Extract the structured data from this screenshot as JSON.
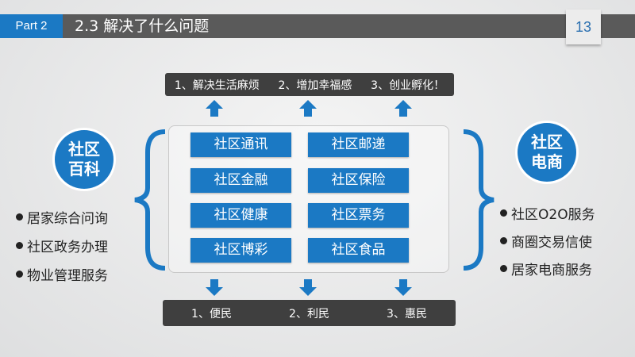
{
  "header": {
    "part": "Part 2",
    "title": "2.3 解决了什么问题",
    "page_number": "13"
  },
  "top_box": [
    "1、解决生活麻烦",
    "2、增加幸福感",
    "3、创业孵化！"
  ],
  "tiles": [
    [
      "社区通讯",
      "社区邮递"
    ],
    [
      "社区金融",
      "社区保险"
    ],
    [
      "社区健康",
      "社区票务"
    ],
    [
      "社区博彩",
      "社区食品"
    ]
  ],
  "left": {
    "circle": [
      "社区",
      "百科"
    ],
    "bullets": [
      "居家综合问询",
      "社区政务办理",
      "物业管理服务"
    ]
  },
  "right": {
    "circle": [
      "社区",
      "电商"
    ],
    "bullets": [
      "社区O2O服务",
      "商圈交易信使",
      "居家电商服务"
    ]
  },
  "bottom_box": [
    "1、便民",
    "2、利民",
    "3、惠民"
  ],
  "colors": {
    "accent": "#1b79c4",
    "dark": "#3f3f3f"
  }
}
